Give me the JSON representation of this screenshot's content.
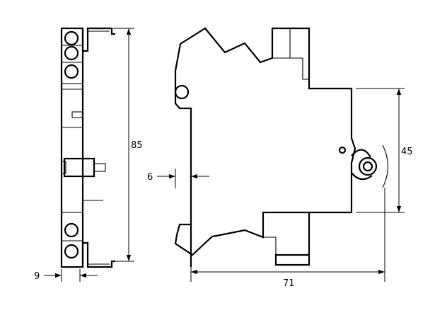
{
  "dimensions": {
    "height_total": "85",
    "width_side": "9",
    "rail_offset": "6",
    "height_lower": "45",
    "length_total": "71"
  }
}
